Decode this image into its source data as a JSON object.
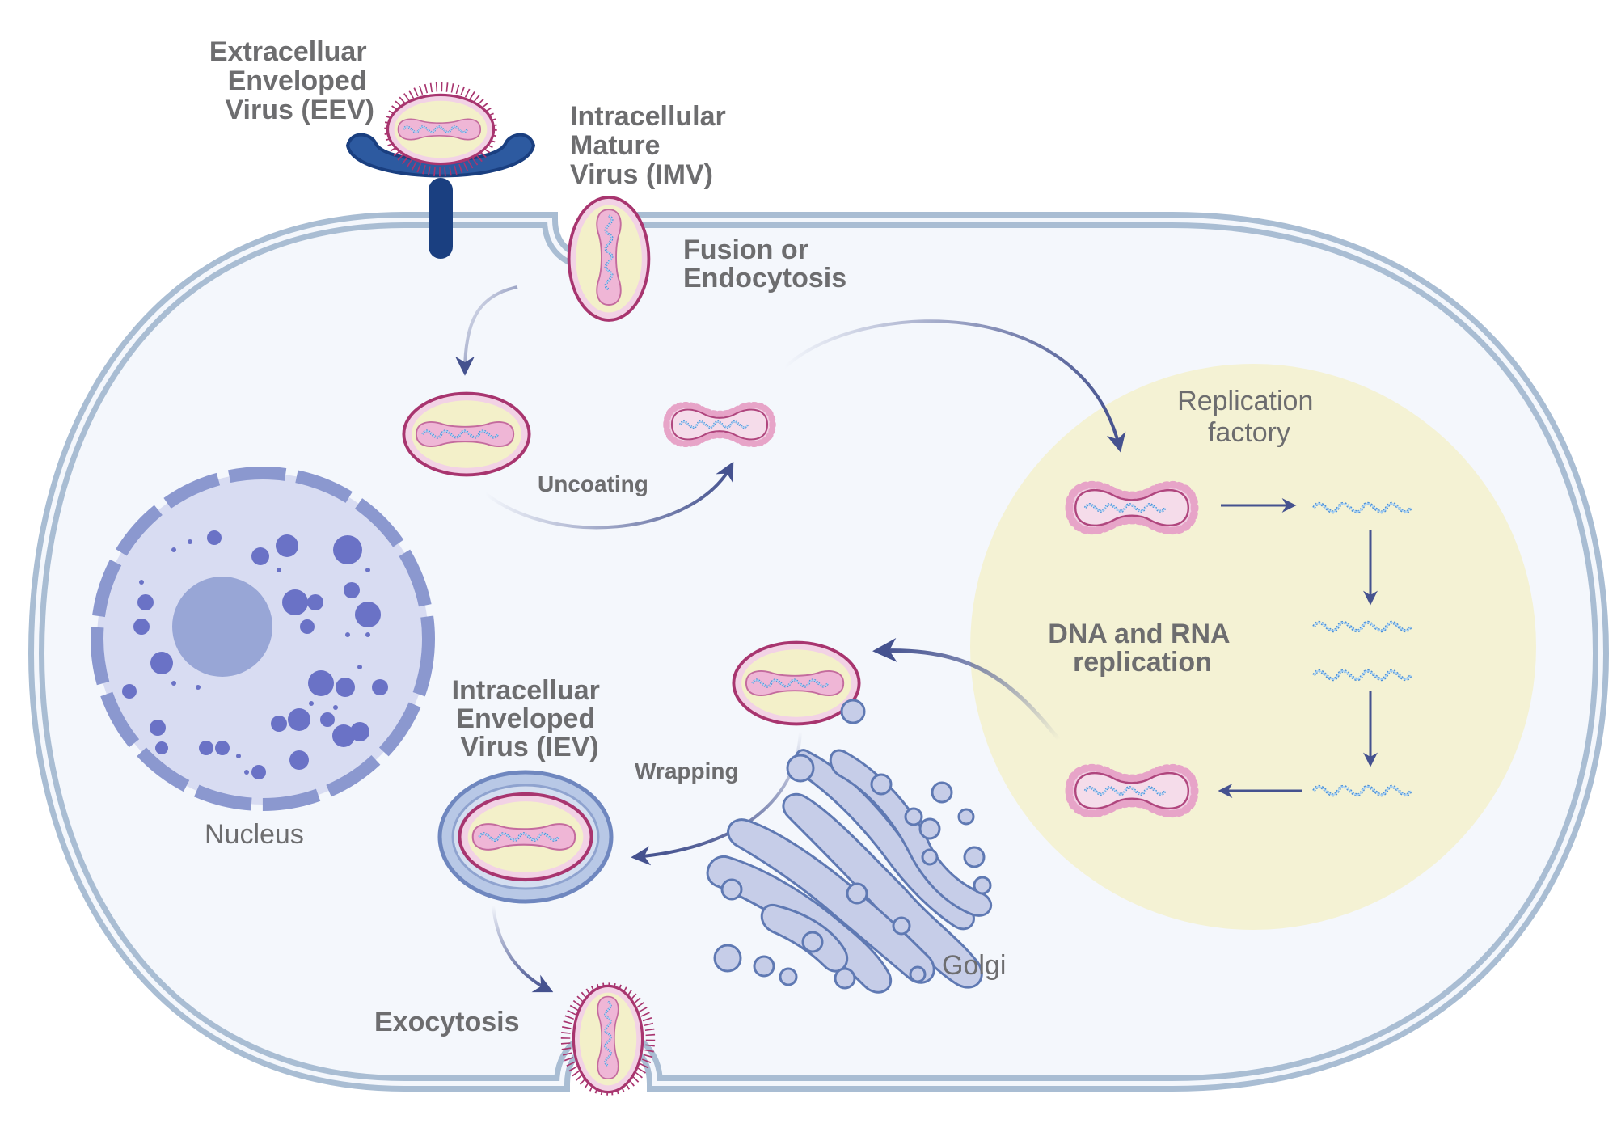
{
  "labels": {
    "eev": [
      "Extracelluar",
      "Enveloped",
      "Virus (EEV)"
    ],
    "imv": [
      "Intracellular",
      "Mature",
      "Virus (IMV)"
    ],
    "entry": [
      "Fusion or",
      "Endocytosis"
    ],
    "uncoating": "Uncoating",
    "factory": [
      "Replication",
      "factory"
    ],
    "replication": [
      "DNA and RNA",
      "replication"
    ],
    "iev": [
      "Intracelluar",
      "Enveloped",
      "Virus (IEV)"
    ],
    "wrapping": "Wrapping",
    "nucleus": "Nucleus",
    "golgi": "Golgi",
    "exocytosis": "Exocytosis"
  },
  "colors": {
    "membrane": "#a9bdd3",
    "cytoplasm": "#f4f7fc",
    "factory": "#f4f2d4",
    "nucleus": "#d8dcf2",
    "nucleus_spots": "#6a72c6",
    "nucleolus": "#98a6d6",
    "arrow": "#45528f",
    "receptor": "#1a3f80",
    "virus_pink": "#f0c0dc",
    "virus_outline": "#a8356f",
    "virus_core": "#f3f0c9",
    "dna": "#4a8fd6",
    "golgi": "#c6cde8",
    "label": "#6d6d6f"
  },
  "icons": [
    "receptor-icon",
    "virion-icon",
    "dna-strand-icon",
    "nucleus-icon",
    "golgi-icon",
    "arrow-icon"
  ]
}
